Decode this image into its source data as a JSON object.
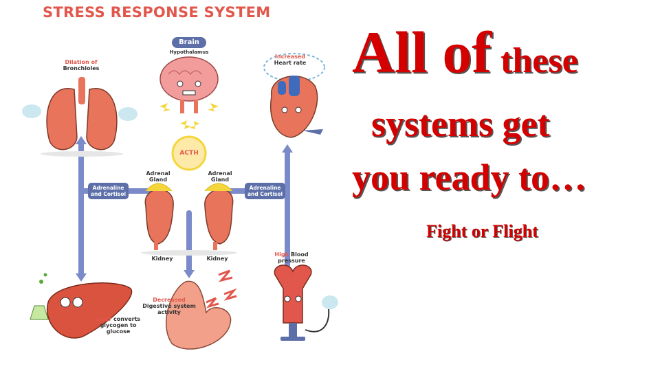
{
  "infographic": {
    "title": "STRESS RESPONSE SYSTEM",
    "brain": {
      "label": "Brain",
      "sub": "Hypothalamus"
    },
    "lungs": {
      "line1": "Dilation of",
      "line2": "Bronchioles"
    },
    "heart": {
      "line1": "Increased",
      "line2": "Heart rate"
    },
    "acth": "ACTH",
    "adrenal_left": {
      "line1": "Adrenal",
      "line2": "Gland"
    },
    "adrenal_right": {
      "line1": "Adrenal",
      "line2": "Gland"
    },
    "hormones_left": {
      "line1": "Adrenaline",
      "line2": "and Cortisol"
    },
    "hormones_right": {
      "line1": "Adrenaline",
      "line2": "and Cortisol"
    },
    "kidney_left": "Kidney",
    "kidney_right": "Kidney",
    "blood_pressure": {
      "red": "High",
      "rest": " Blood",
      "line2": "pressure"
    },
    "digestive": {
      "line1": "Decreased",
      "line2": "Digestive system",
      "line3": "activity"
    },
    "liver": {
      "red": "Liver",
      "rest": " converts",
      "line2": "glycogen to",
      "line3": "glucose"
    }
  },
  "heading": {
    "line1_big": "All of",
    "line1_small": " these",
    "line2": "systems get",
    "line3": "you ready to…"
  },
  "subheading": "Fight or Flight",
  "colors": {
    "organ": "#e8745c",
    "accent": "#e2574c",
    "pipe": "#7b8ac8",
    "pill": "#5c6fa8",
    "heading": "#d40000"
  }
}
